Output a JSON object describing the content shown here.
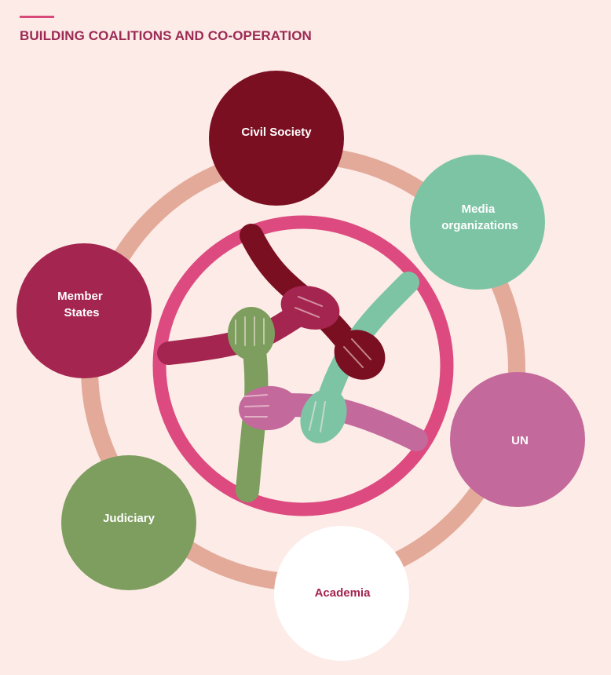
{
  "header": {
    "title": "BUILDING COALITIONS AND CO-OPERATION"
  },
  "colors": {
    "background": "#fcebe6",
    "outer_ring": "#e3aa9a",
    "inner_ring": "#dd4a80",
    "civil_society": "#7b0f22",
    "media": "#7dc4a5",
    "un": "#c3699c",
    "academia": "#ffffff",
    "judiciary": "#7d9e5e",
    "member_states": "#a42550"
  },
  "nodes": {
    "civil_society": {
      "lines": [
        "Civil Society"
      ]
    },
    "media": {
      "lines": [
        "Media",
        "organizations"
      ]
    },
    "un": {
      "lines": [
        "UN"
      ]
    },
    "academia": {
      "lines": [
        "Academia"
      ]
    },
    "judiciary": {
      "lines": [
        "Judiciary"
      ]
    },
    "member_states": {
      "lines": [
        "Member",
        "States"
      ]
    }
  },
  "center": {
    "icon": "joined-hands-icon"
  }
}
